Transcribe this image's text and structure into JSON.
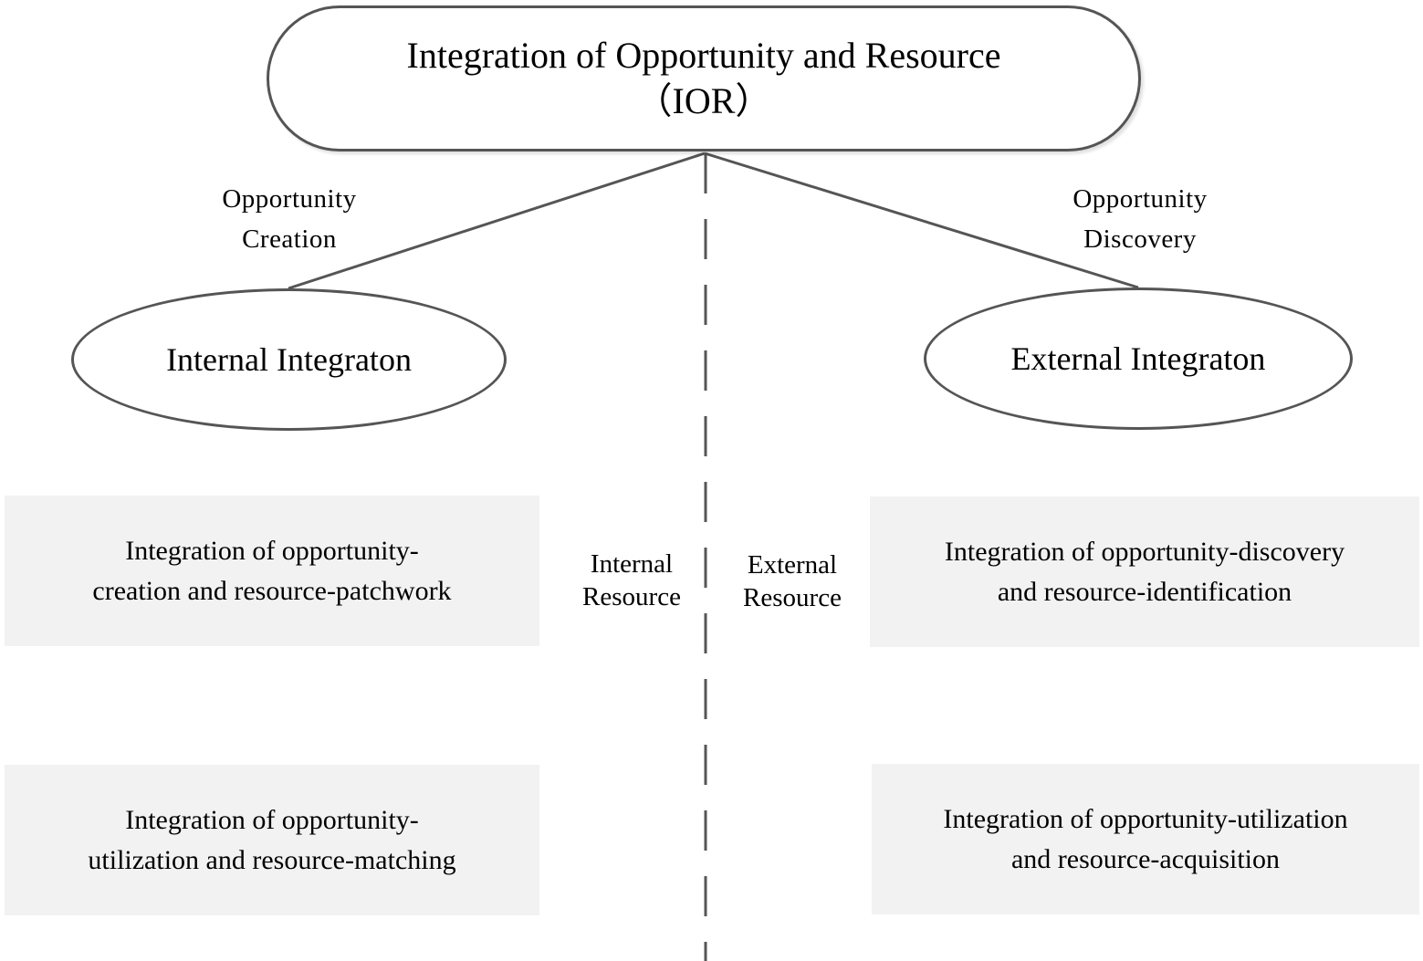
{
  "root": {
    "line1": "Integration of Opportunity and Resource",
    "line2": "（IOR）"
  },
  "branches": {
    "left": {
      "edge_label": [
        "Opportunity",
        "Creation"
      ],
      "node": "Internal Integraton"
    },
    "right": {
      "edge_label": [
        "Opportunity",
        "Discovery"
      ],
      "node": "External Integraton"
    }
  },
  "divider_labels": {
    "internal": [
      "Internal",
      "Resource"
    ],
    "external": [
      "External",
      "Resource"
    ]
  },
  "boxes": {
    "top_left": [
      "Integration of opportunity-",
      "creation and resource-patchwork"
    ],
    "top_right": [
      "Integration of opportunity-discovery",
      "and resource-identification"
    ],
    "bottom_left": [
      "Integration of opportunity-",
      "utilization and resource-matching"
    ],
    "bottom_right": [
      "Integration of opportunity-utilization",
      "and resource-acquisition"
    ]
  },
  "colors": {
    "stroke": "#555555",
    "box_fill": "#f2f2f2",
    "text": "#000000"
  }
}
